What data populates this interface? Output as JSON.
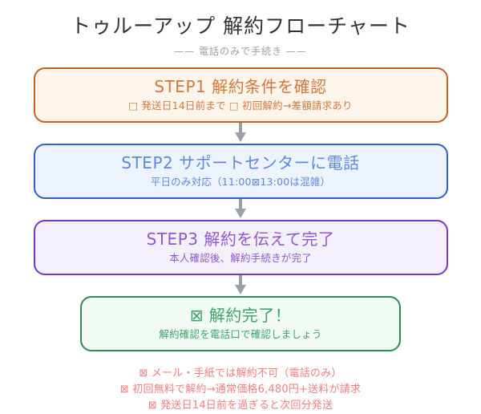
{
  "header": {
    "title": "トゥルーアップ 解約フローチャート",
    "subtitle": "—— 電話のみで手続き ——"
  },
  "colors": {
    "step1_border": "#c4621f",
    "step1_fill": "#fdf5ec",
    "step1_text": "#d2783a",
    "step2_border": "#2f62c0",
    "step2_fill": "#ecf3fd",
    "step2_text": "#5f87dd",
    "step3_border": "#7b37c0",
    "step3_fill": "#f3effb",
    "step3_text": "#8e59d0",
    "done_border": "#2e8b57",
    "done_fill": "#f2faf4",
    "done_text": "#3ba36a",
    "note_text": "#ef7f7f",
    "arrow": "#9aa0a6",
    "title_text": "#2f3438",
    "subtitle_text": "#9aa0a6"
  },
  "flow": {
    "steps": [
      {
        "id": "step1",
        "head": "STEP1 解約条件を確認",
        "sub": "□ 発送日14日前まで  □ 初回解約→差額請求あり"
      },
      {
        "id": "step2",
        "head": "STEP2 サポートセンターに電話",
        "sub": "平日のみ対応（11:00⊠13:00は混雑）"
      },
      {
        "id": "step3",
        "head": "STEP3 解約を伝えて完了",
        "sub": "本人確認後、解約手続きが完了"
      }
    ],
    "done": {
      "id": "done",
      "head": "⊠ 解約完了！",
      "sub": "解約確認を電話口で確認しましょう"
    },
    "arrow_icon": "arrow-down-icon"
  },
  "notes": [
    "⊠ メール・手紙では解約不可（電話のみ）",
    "⊠ 初回無料で解約→通常価格6,480円+送料が請求",
    "⊠ 発送日14日前を過ぎると次回分発送"
  ]
}
